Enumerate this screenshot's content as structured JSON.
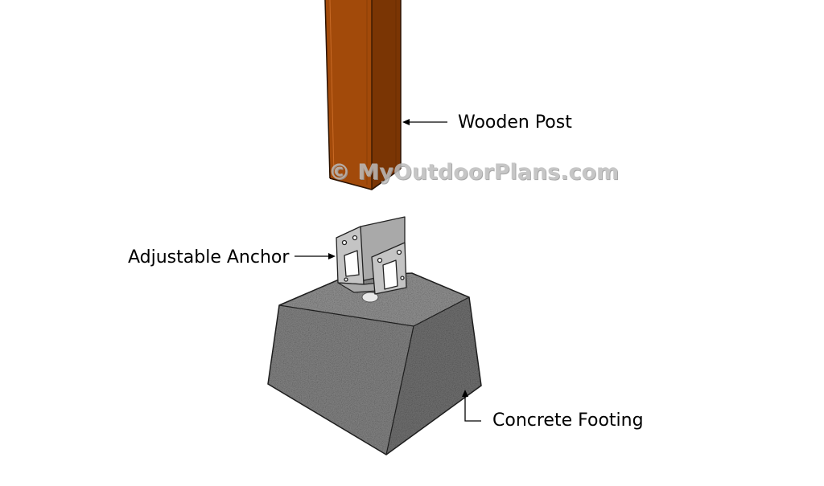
{
  "diagram": {
    "labels": {
      "post": "Wooden Post",
      "anchor": "Adjustable Anchor",
      "footing": "Concrete Footing"
    },
    "watermark": "© MyOutdoorPlans.com",
    "colors": {
      "post_front": "#a24a0a",
      "post_side": "#7a3504",
      "concrete_top": "#8c8c8c",
      "concrete_front": "#7e7e7e",
      "concrete_side": "#6c6c6c",
      "anchor_metal": "#c4c4c4",
      "leader_line": "#000000"
    }
  }
}
